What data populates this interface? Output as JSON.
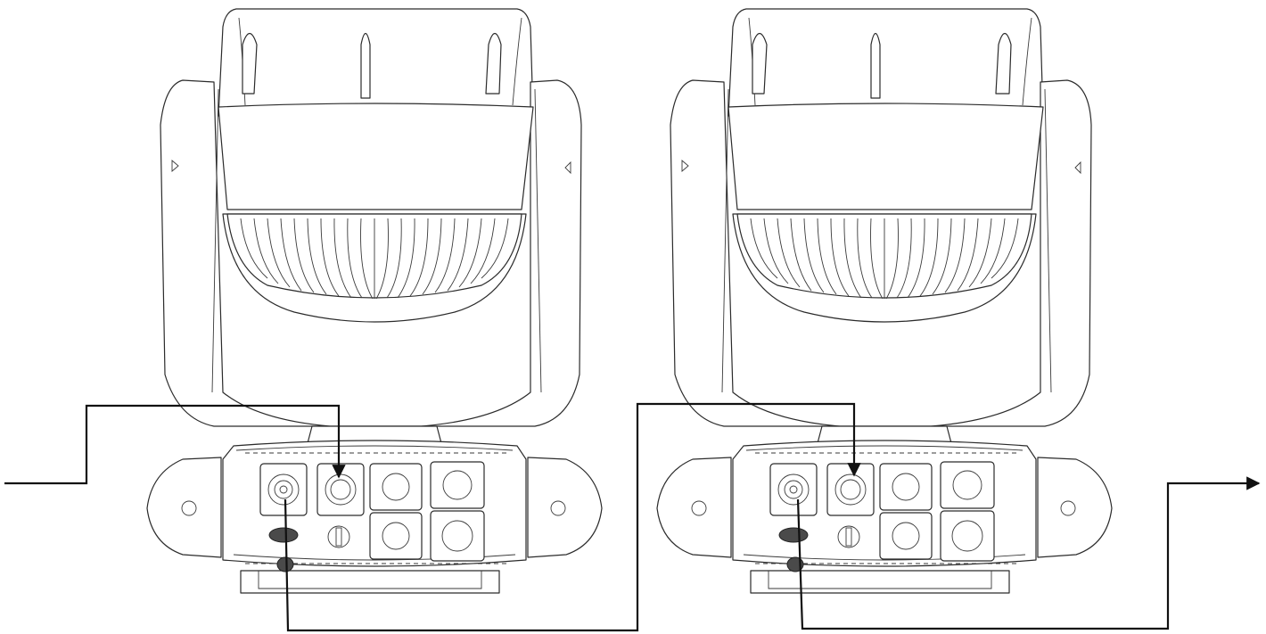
{
  "diagram": {
    "type": "power-linking-wiring",
    "fixture_count": 2,
    "fixture_icon": "moving-head-fixture-icon",
    "connections": [
      {
        "from": "mains-supply",
        "to": "fixture-1-power-in"
      },
      {
        "from": "fixture-1-power-out",
        "to": "fixture-2-power-in"
      },
      {
        "from": "fixture-2-power-out",
        "to": "next-fixture"
      }
    ],
    "colors": {
      "line": "#2b2b2b",
      "wire": "#111111",
      "background": "#ffffff"
    }
  }
}
